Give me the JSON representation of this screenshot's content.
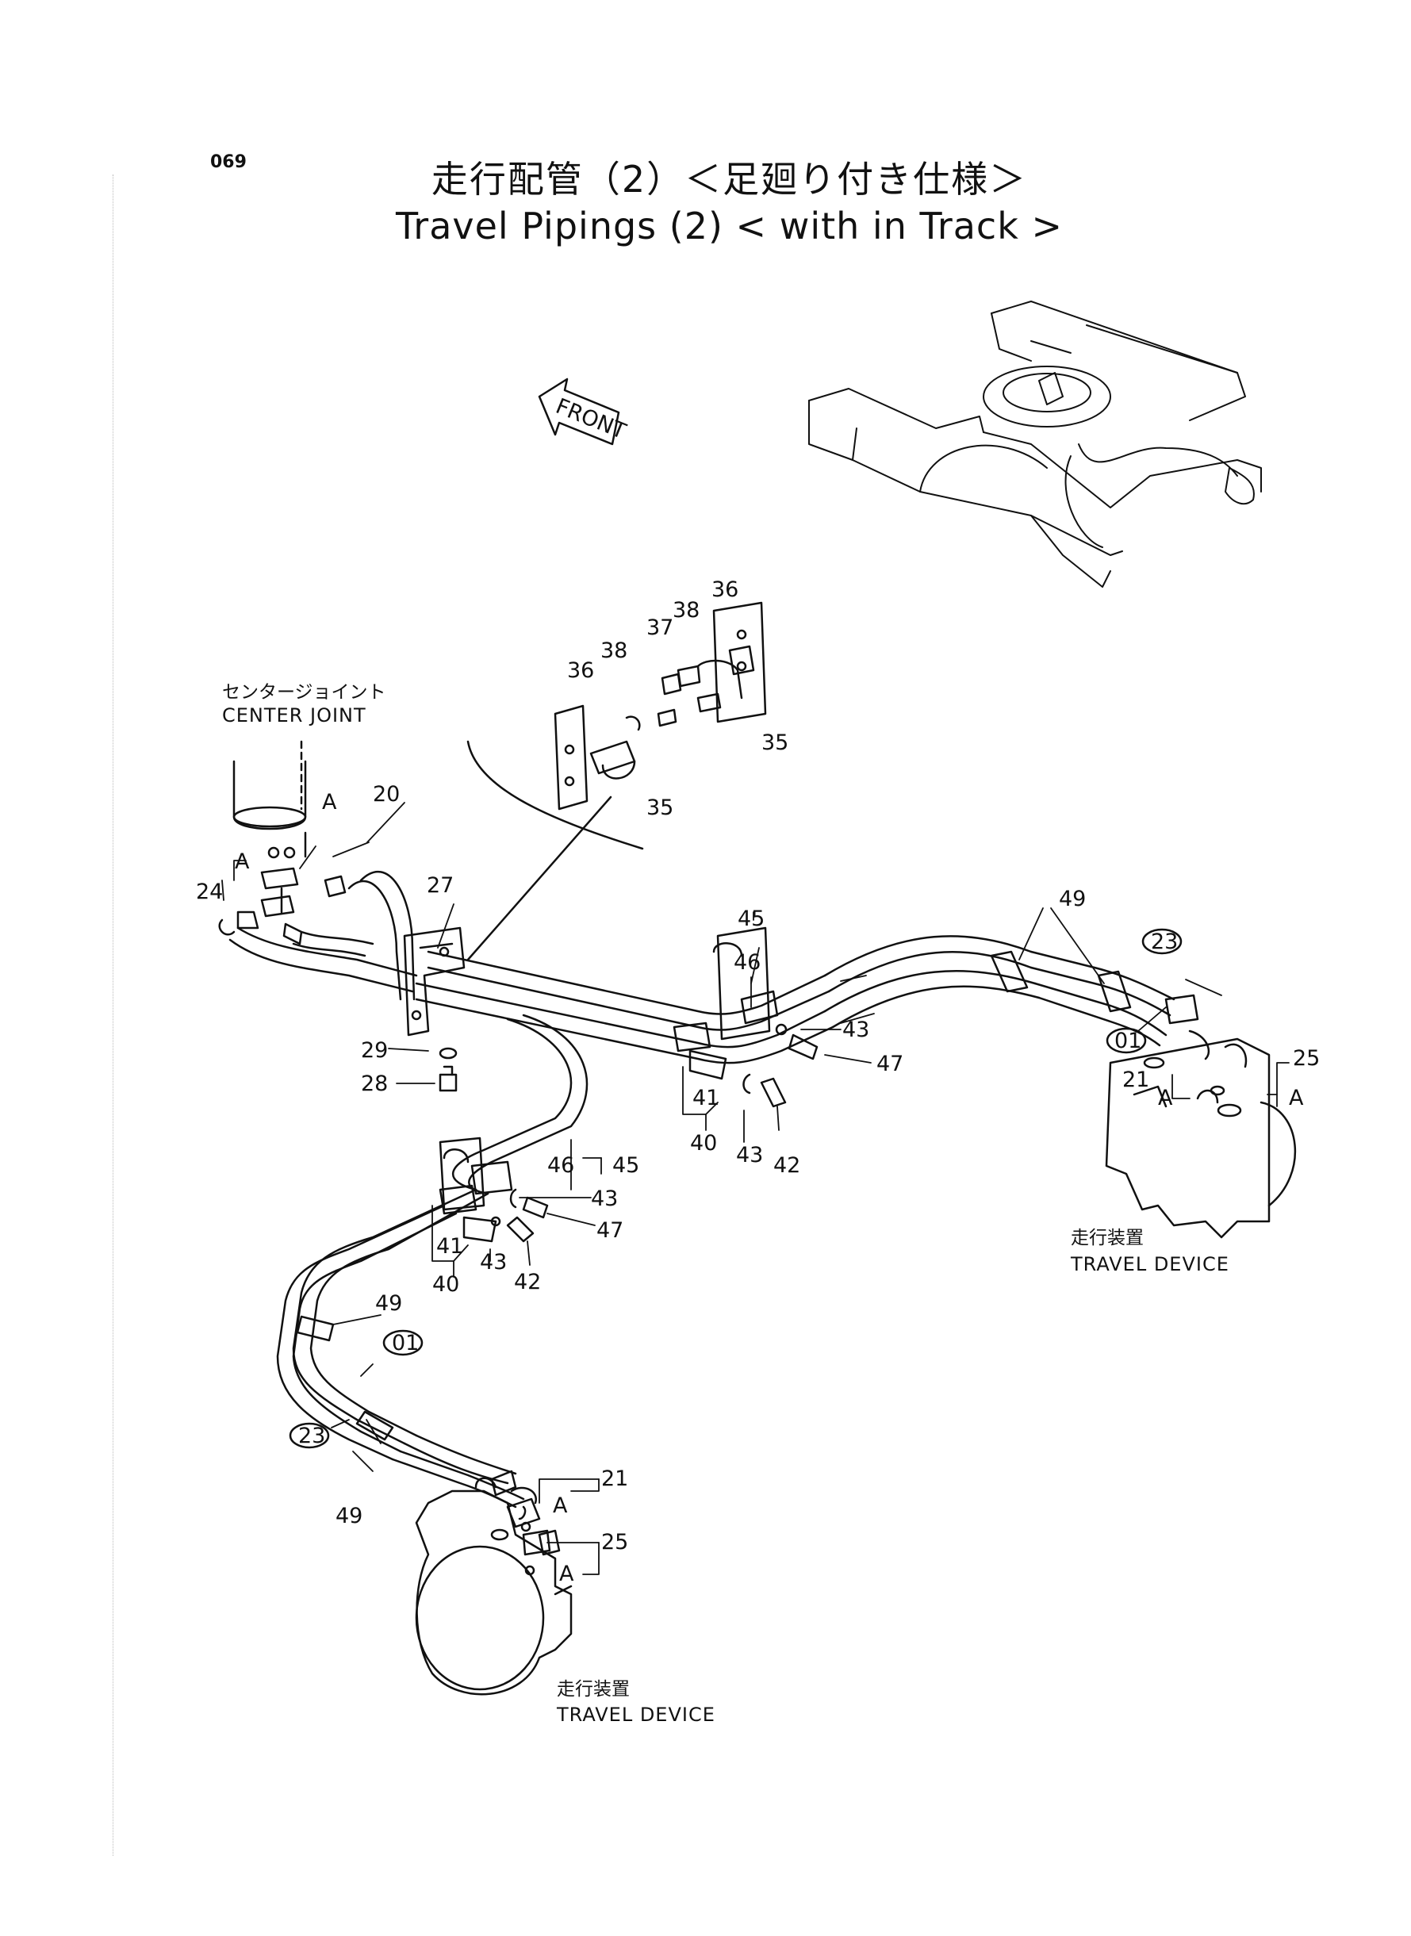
{
  "page_number": "069",
  "title_jp": "走行配管（2）＜足廻り付き仕様＞",
  "title_en": "Travel Pipings (2) < with in Track >",
  "front_label": "FRONT",
  "center_joint_jp": "センタージョイント",
  "center_joint_en": "CENTER JOINT",
  "travel_device_jp": "走行装置",
  "travel_device_en": "TRAVEL DEVICE",
  "callouts": {
    "p01": "01",
    "p20": "20",
    "p21": "21",
    "p23": "23",
    "p24": "24",
    "p25": "25",
    "p27": "27",
    "p28": "28",
    "p29": "29",
    "p35": "35",
    "p36": "36",
    "p37": "37",
    "p38": "38",
    "p40": "40",
    "p41": "41",
    "p42": "42",
    "p43": "43",
    "p45": "45",
    "p46": "46",
    "p47": "47",
    "p49": "49",
    "A": "A"
  }
}
